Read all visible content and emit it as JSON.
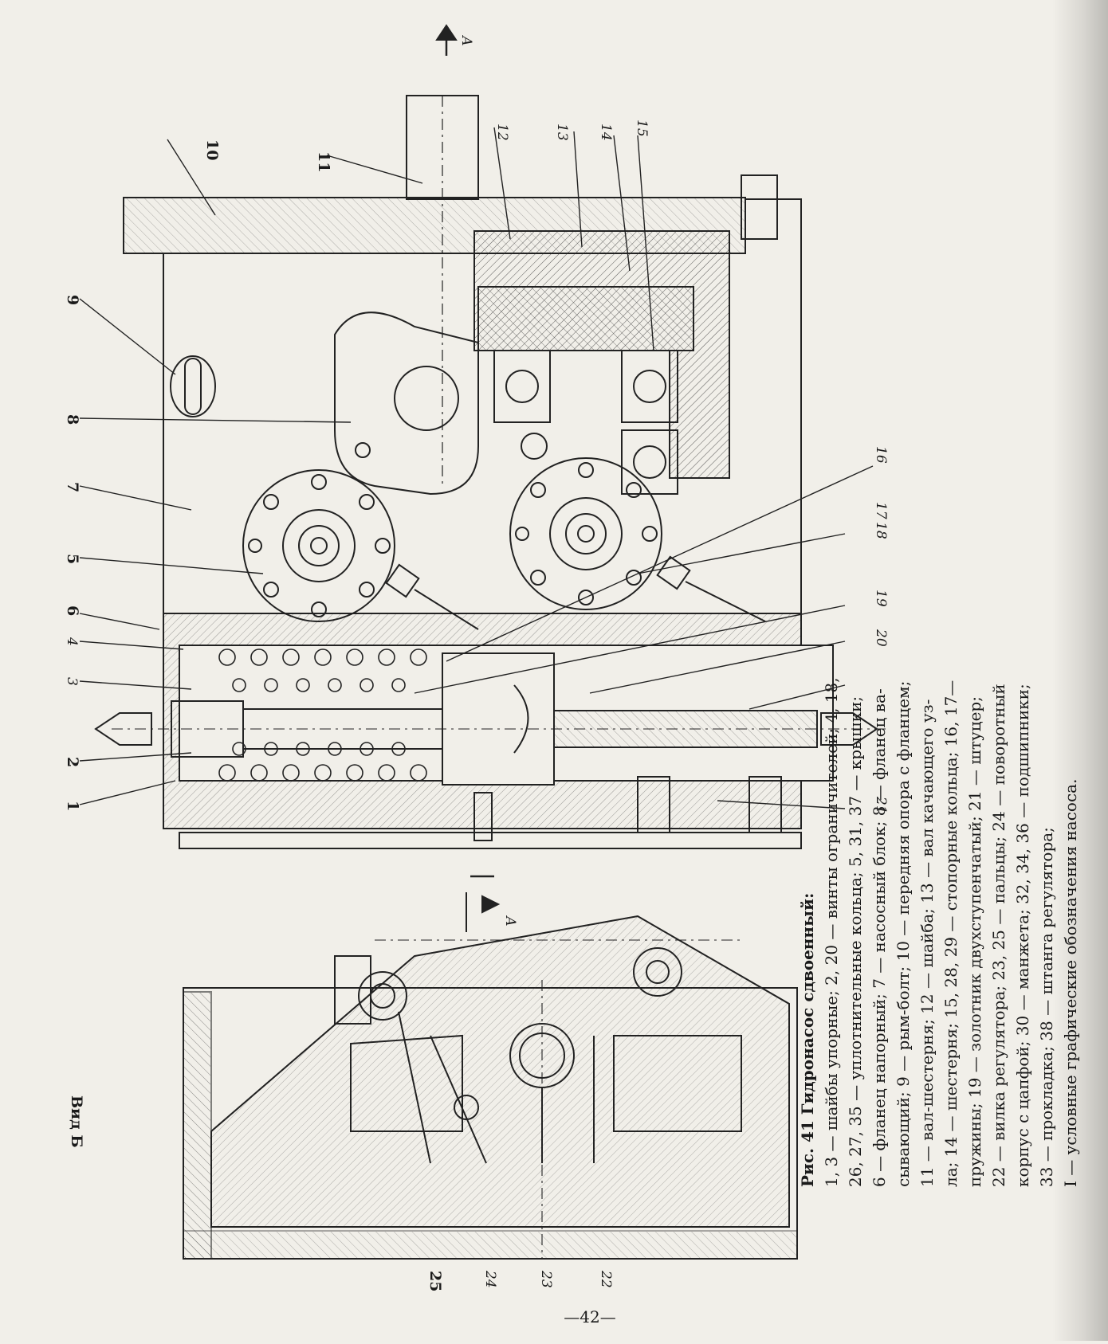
{
  "section_marks": {
    "view_b": "Вид Б",
    "section_a_top": "А",
    "section_a_mid": "А"
  },
  "callouts": {
    "c1": "1",
    "c2": "2",
    "c3": "3",
    "c4": "4",
    "c5": "5",
    "c6": "6",
    "c7": "7",
    "c8": "8",
    "c9": "9",
    "c10": "10",
    "c11": "11",
    "c12": "12",
    "c13": "13",
    "c14": "14",
    "c15": "15",
    "c16": "16",
    "c17": "17",
    "c18": "18",
    "c19": "19",
    "c20": "20",
    "c21": "21",
    "c22": "22",
    "c23": "23",
    "c24": "24",
    "c25": "25"
  },
  "caption": {
    "title": "Рис. 41 Гидронасос сдвоенный:",
    "lines": [
      "1, 3 — шайбы упорные; 2, 20 — винты ограничителей; 4, 18,",
      "26, 27, 35 — уплотнительные кольца; 5, 31, 37 — крышки;",
      "6 — фланец напорный; 7 — насосный блок; 8 — фланец ва-",
      "сывающий; 9 — рым-болт; 10 — передняя опора с фланцем;",
      "11 — вал-шестерня; 12 — шайба; 13 — вал качающего уз-",
      "ла; 14 — шестерня; 15, 28, 29 — стопорные кольца; 16, 17—",
      "пружины; 19 — золотник двухступенчатый; 21 — штуцер;",
      "22 — вилка регулятора; 23, 25 — пальцы; 24 — поворотный",
      "корпус с цапфой; 30 — манжета; 32, 34, 36 — подшипники;",
      "33 — прокладка; 38 — штанга регулятора;",
      "I — условные графические обозначения насоса."
    ]
  },
  "page_number": "—42—"
}
